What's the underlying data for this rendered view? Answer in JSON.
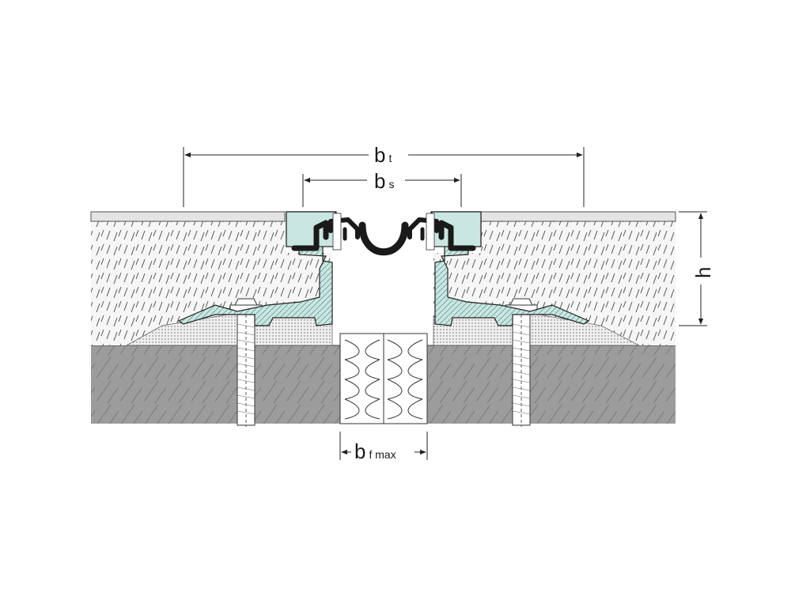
{
  "dimensions": {
    "bt": {
      "main": "b",
      "sub": "t"
    },
    "bs": {
      "main": "b",
      "sub": "s"
    },
    "h": {
      "main": "h"
    },
    "bf": {
      "main": "b",
      "sub": "f max"
    }
  },
  "colors": {
    "profile": "#c9e6e1",
    "concrete": "#9a9a9a",
    "screed": "#f4f4f4",
    "seal": "#1a1a1a",
    "line": "#222222"
  }
}
